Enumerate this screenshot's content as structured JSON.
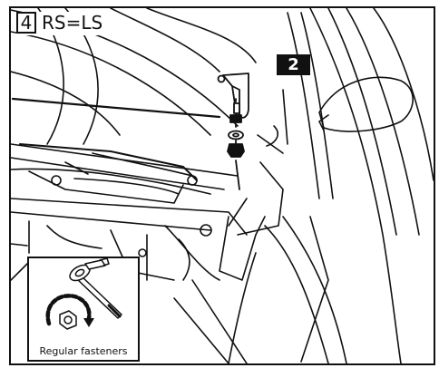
{
  "step": {
    "number": "4",
    "note": "RS=LS"
  },
  "callout": {
    "part_number": "2"
  },
  "inset": {
    "label": "Regular fasteners"
  },
  "icons": {
    "tool": "ratchet-wrench-icon",
    "rotation": "counterclockwise-arrow-icon",
    "fastener": "hex-nut-icon"
  },
  "colors": {
    "line": "#111111",
    "background": "#ffffff",
    "callout_fill": "#111111",
    "callout_text": "#ffffff"
  }
}
